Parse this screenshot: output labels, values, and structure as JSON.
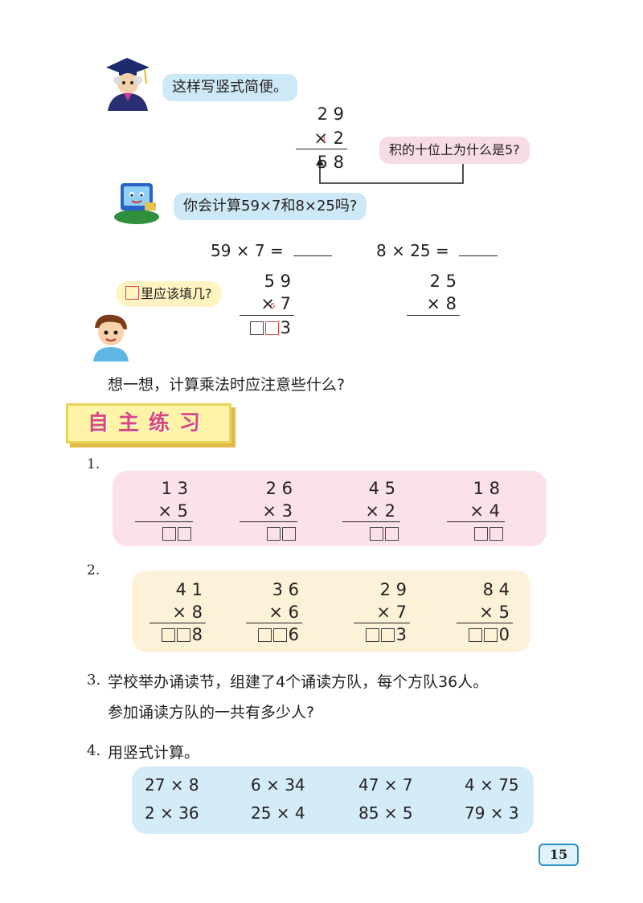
{
  "section1": {
    "bubble_text": "这样写竖式简便。",
    "top_number": "2 9",
    "multiplier": "× 2",
    "carry": "1",
    "result": "5 8",
    "question_bubble": "积的十位上为什么是5?"
  },
  "section2": {
    "bubble_text": "你会计算59×7和8×25吗?",
    "expr_left": "59 × 7 =",
    "expr_right": "8 × 25 =",
    "left_top": "5 9",
    "left_mul": "×   7",
    "left_carry": "6",
    "left_result_digit": "3",
    "right_top": "2 5",
    "right_mul": "×   8",
    "boy_bubble": "里应该填几?"
  },
  "think_text": "想一想，计算乘法时应注意些什么?",
  "banner_title": "自主练习",
  "exercise1": {
    "label": "1.",
    "problems": [
      {
        "top": "1 3",
        "mul": "×    5"
      },
      {
        "top": "2 6",
        "mul": "×    3"
      },
      {
        "top": "4 5",
        "mul": "×    2"
      },
      {
        "top": "1 8",
        "mul": "×    4"
      }
    ]
  },
  "exercise2": {
    "label": "2.",
    "problems": [
      {
        "top": "4 1",
        "mul": "×   8",
        "last": "8"
      },
      {
        "top": "3 6",
        "mul": "×   6",
        "last": "6"
      },
      {
        "top": "2 9",
        "mul": "×   7",
        "last": "3"
      },
      {
        "top": "8 4",
        "mul": "×   5",
        "last": "0"
      }
    ]
  },
  "exercise3": {
    "label": "3.",
    "line1": "学校举办诵读节，组建了4个诵读方队，每个方队36人。",
    "line2": "参加诵读方队的一共有多少人?"
  },
  "exercise4": {
    "label": "4.",
    "title": "用竖式计算。",
    "row1": [
      "27 × 8",
      "6 × 34",
      "47 × 7",
      "4 × 75"
    ],
    "row2": [
      "2 × 36",
      "25 × 4",
      "85 × 5",
      "79 × 3"
    ]
  },
  "page_number": "15"
}
